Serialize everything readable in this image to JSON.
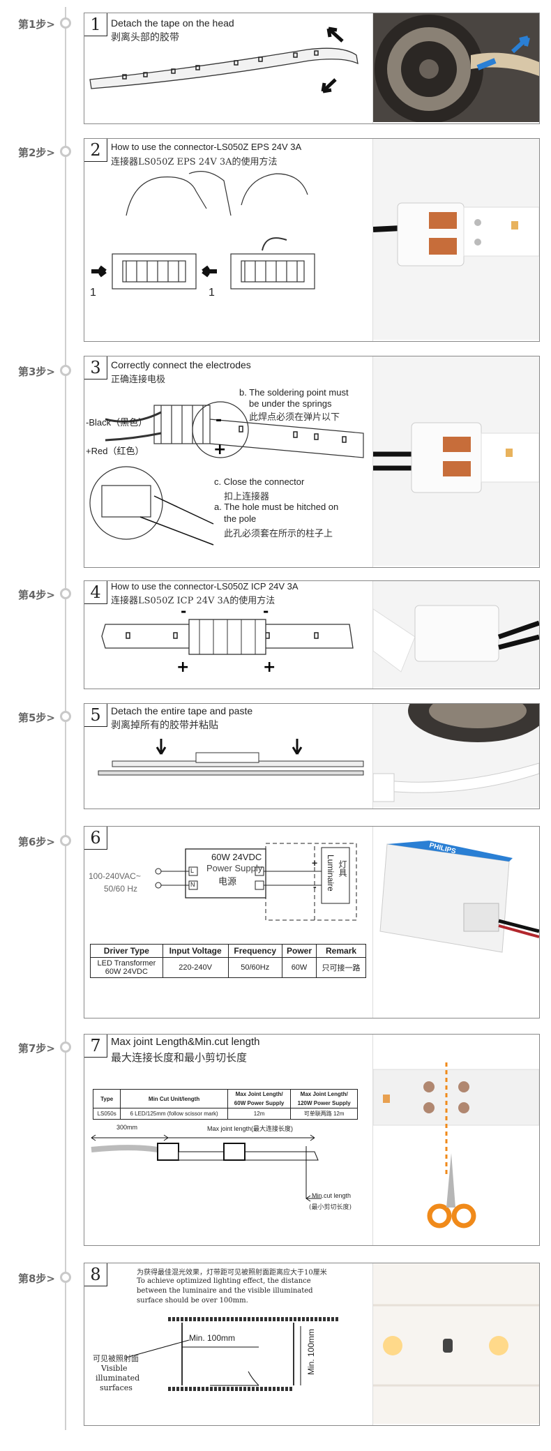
{
  "steps": [
    {
      "label": "第1步>",
      "num": "1",
      "title_en": "Detach the tape on the head",
      "title_cn": "剥离头部的胶带"
    },
    {
      "label": "第2步>",
      "num": "2",
      "title_en": "How to use the connector-LS050Z EPS 24V 3A",
      "title_cn": "连接器LS050Z EPS 24V 3A的使用方法",
      "marks": [
        "1",
        "1"
      ]
    },
    {
      "label": "第3步>",
      "num": "3",
      "title_en": "Correctly connect the electrodes",
      "title_cn": "正确连接电极",
      "notes": {
        "b_en": "b. The soldering point must",
        "b_en2": "be under the springs",
        "b_cn": "此焊点必须在弹片以下",
        "black": "-Black（黑色）",
        "red": "+Red（红色）",
        "c_en": "c. Close the connector",
        "c_cn": "扣上连接器",
        "a_en": "a. The hole must be hitched on",
        "a_en2": "the pole",
        "a_cn": "此孔必须套在所示的柱子上"
      }
    },
    {
      "label": "第4步>",
      "num": "4",
      "title_en": "How to use the connector-LS050Z ICP 24V 3A",
      "title_cn": "连接器LS050Z ICP 24V 3A的使用方法"
    },
    {
      "label": "第5步>",
      "num": "5",
      "title_en": "Detach the entire tape and paste",
      "title_cn": "剥离掉所有的胶带并粘贴"
    },
    {
      "label": "第6步>",
      "num": "6",
      "input": "100-240VAC~",
      "freq": "50/60 Hz",
      "ps_en": "60W 24VDC",
      "ps_en2": "Power Supply",
      "ps_cn": "电源",
      "lum_en": "Luminaire",
      "lum_cn": "灯具",
      "L": "L",
      "N": "N",
      "table": {
        "headers": [
          "Driver Type",
          "Input Voltage",
          "Frequency",
          "Power",
          "Remark"
        ],
        "row": [
          "LED Transformer",
          "60W 24VDC",
          "220-240V",
          "50/60Hz",
          "60W",
          "只可接一路"
        ]
      },
      "brand": "PHILIPS"
    },
    {
      "label": "第7步>",
      "num": "7",
      "title_en": "Max joint Length&Min.cut length",
      "title_cn": "最大连接长度和最小剪切长度",
      "table": {
        "headers": [
          "Type",
          "Min Cut Unit/length",
          "Max Joint Length/",
          "60W Power Supply",
          "Max Joint Length/",
          "120W Power Supply"
        ],
        "row": [
          "LS050s",
          "6 LED/125mm (follow scissor mark)",
          "12m",
          "可单联两路 12m"
        ]
      },
      "dim1": "300mm",
      "dim2": "Max joint length(最大连接长度)",
      "mincut_en": "Min.cut length",
      "mincut_cn": "(最小剪切长度)"
    },
    {
      "label": "第8步>",
      "num": "8",
      "text_cn": "为获得最佳混光效果，灯带距可见被照射面距离应大于10厘米",
      "text_en1": "To achieve optimized lighting effect, the distance",
      "text_en2": "between the luminaire and the visible illuminated",
      "text_en3": "surface should be over 100mm.",
      "min1": "Min. 100mm",
      "min2": "Min. 100mm",
      "surf_cn": "可见被照射面",
      "surf_en1": "Visible",
      "surf_en2": "illuminated",
      "surf_en3": "surfaces"
    }
  ],
  "colors": {
    "accent": "#2a7fd4",
    "line": "#cfcfcf",
    "border": "#888888"
  }
}
